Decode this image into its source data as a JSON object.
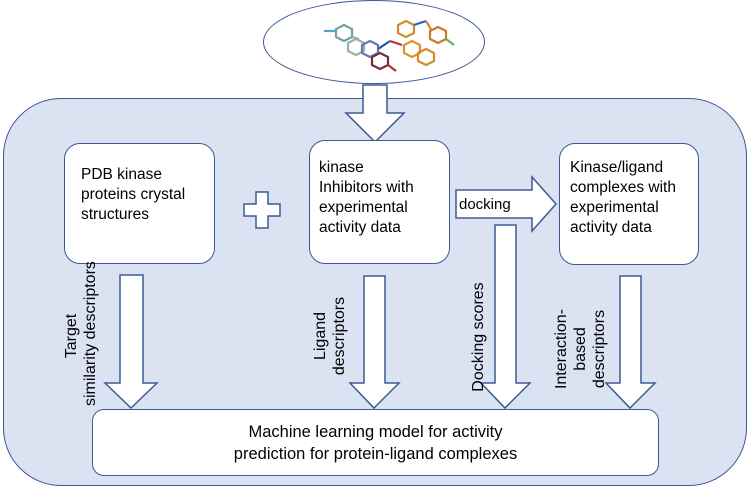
{
  "ligand_image": {
    "alt_icon": "molecule-structure-icon"
  },
  "pdb_box": {
    "lines": [
      "PDB kinase",
      "proteins crystal",
      "structures"
    ]
  },
  "inhibitor_box": {
    "lines": [
      "kinase",
      "Inhibitors with",
      "experimental",
      "activity data"
    ]
  },
  "complex_box": {
    "lines": [
      "Kinase/ligand",
      "complexes with",
      "experimental",
      "activity data"
    ]
  },
  "docking_label": "docking",
  "descriptors": {
    "target": [
      "Target",
      "similarity descriptors"
    ],
    "ligand": [
      "Ligand",
      "descriptors"
    ],
    "docking": [
      "Docking scores"
    ],
    "interaction": [
      "Interaction-",
      "based",
      "descriptors"
    ]
  },
  "ml_box": {
    "lines": [
      "Machine learning model for activity",
      "prediction for protein-ligand complexes"
    ]
  },
  "colors": {
    "panel_fill": "#dbe3f3",
    "border": "#3c5a92"
  }
}
